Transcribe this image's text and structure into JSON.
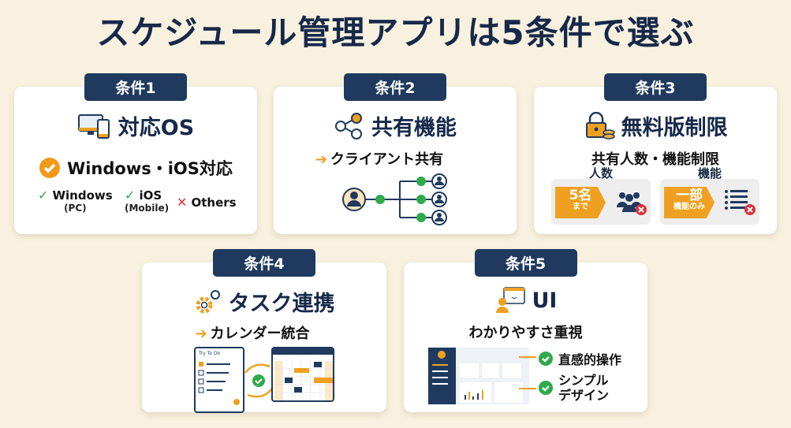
{
  "title": "スケジュール管理アプリは5条件で選ぶ",
  "colors": {
    "navy": "#1f3a5e",
    "orange": "#f0a020",
    "green": "#2eaa4a",
    "red": "#d9333f",
    "background": "#f8f1df"
  },
  "cards": [
    {
      "badge": "条件1",
      "heading": "対応OS",
      "icon": "devices-icon",
      "highlight": "Windows・iOS対応",
      "items": [
        {
          "label": "Windows",
          "note": "(PC)",
          "status": "check"
        },
        {
          "label": "iOS",
          "note": "(Mobile)",
          "status": "check"
        },
        {
          "label": "Others",
          "status": "cross"
        }
      ]
    },
    {
      "badge": "条件2",
      "heading": "共有機能",
      "icon": "share-icon",
      "sub": "クライアント共有"
    },
    {
      "badge": "条件3",
      "heading": "無料版制限",
      "icon": "lock-coins-icon",
      "sub": "共有人数・機能制限",
      "panels": [
        {
          "label": "人数",
          "tag_main": "5名",
          "tag_sub": "まで"
        },
        {
          "label": "機能",
          "tag_main": "一部",
          "tag_sub": "機能のみ"
        }
      ]
    },
    {
      "badge": "条件4",
      "heading": "タスク連携",
      "icon": "gears-icon",
      "sub": "カレンダー統合",
      "todo_title": "Try To Do"
    },
    {
      "badge": "条件5",
      "heading": "UI",
      "icon": "user-ui-icon",
      "sub": "わかりやすさ重視",
      "points": [
        "直感的操作",
        "シンプル",
        "デザイン"
      ]
    }
  ]
}
